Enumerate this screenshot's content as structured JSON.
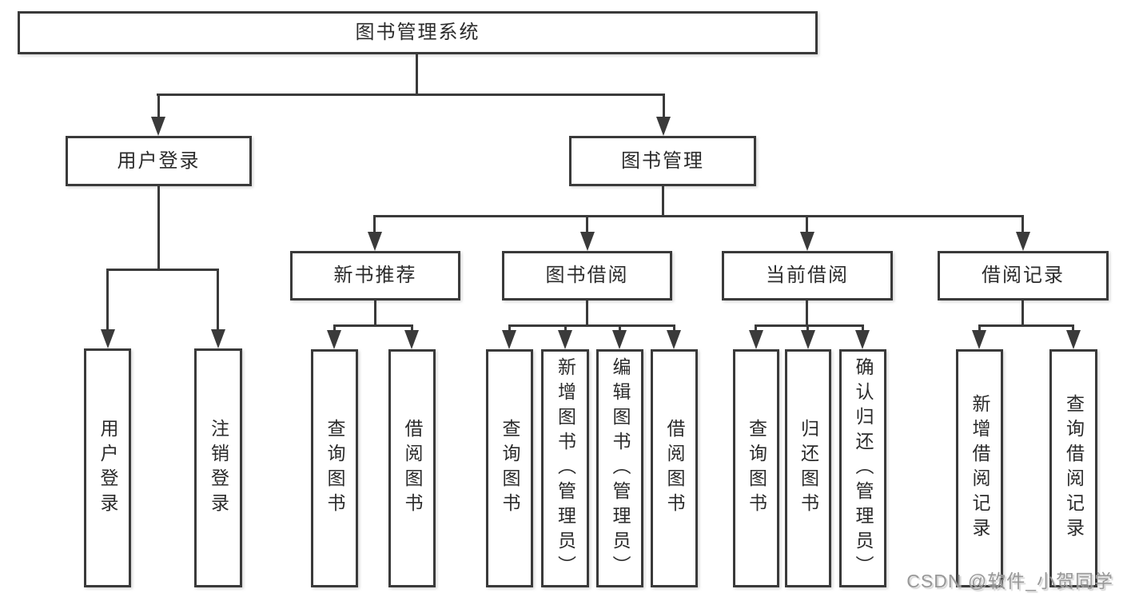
{
  "tree": {
    "root": "图书管理系统",
    "login_branch": {
      "label": "用户登录",
      "children": [
        "用户登录",
        "注销登录"
      ]
    },
    "management_branch": {
      "label": "图书管理",
      "groups": [
        {
          "label": "新书推荐",
          "children": [
            "查询图书",
            "借阅图书"
          ]
        },
        {
          "label": "图书借阅",
          "children": [
            "查询图书",
            "新增图书（管理员）",
            "编辑图书（管理员）",
            "借阅图书"
          ]
        },
        {
          "label": "当前借阅",
          "children": [
            "查询图书",
            "归还图书",
            "确认归还（管理员）"
          ]
        },
        {
          "label": "借阅记录",
          "children": [
            "新增借阅记录",
            "查询借阅记录"
          ]
        }
      ]
    }
  },
  "watermark": "CSDN @软件_小贺同学",
  "colors": {
    "line": "#3a3a3a",
    "text": "#2b2b2b",
    "background": "#ffffff",
    "watermark": "#989898"
  }
}
